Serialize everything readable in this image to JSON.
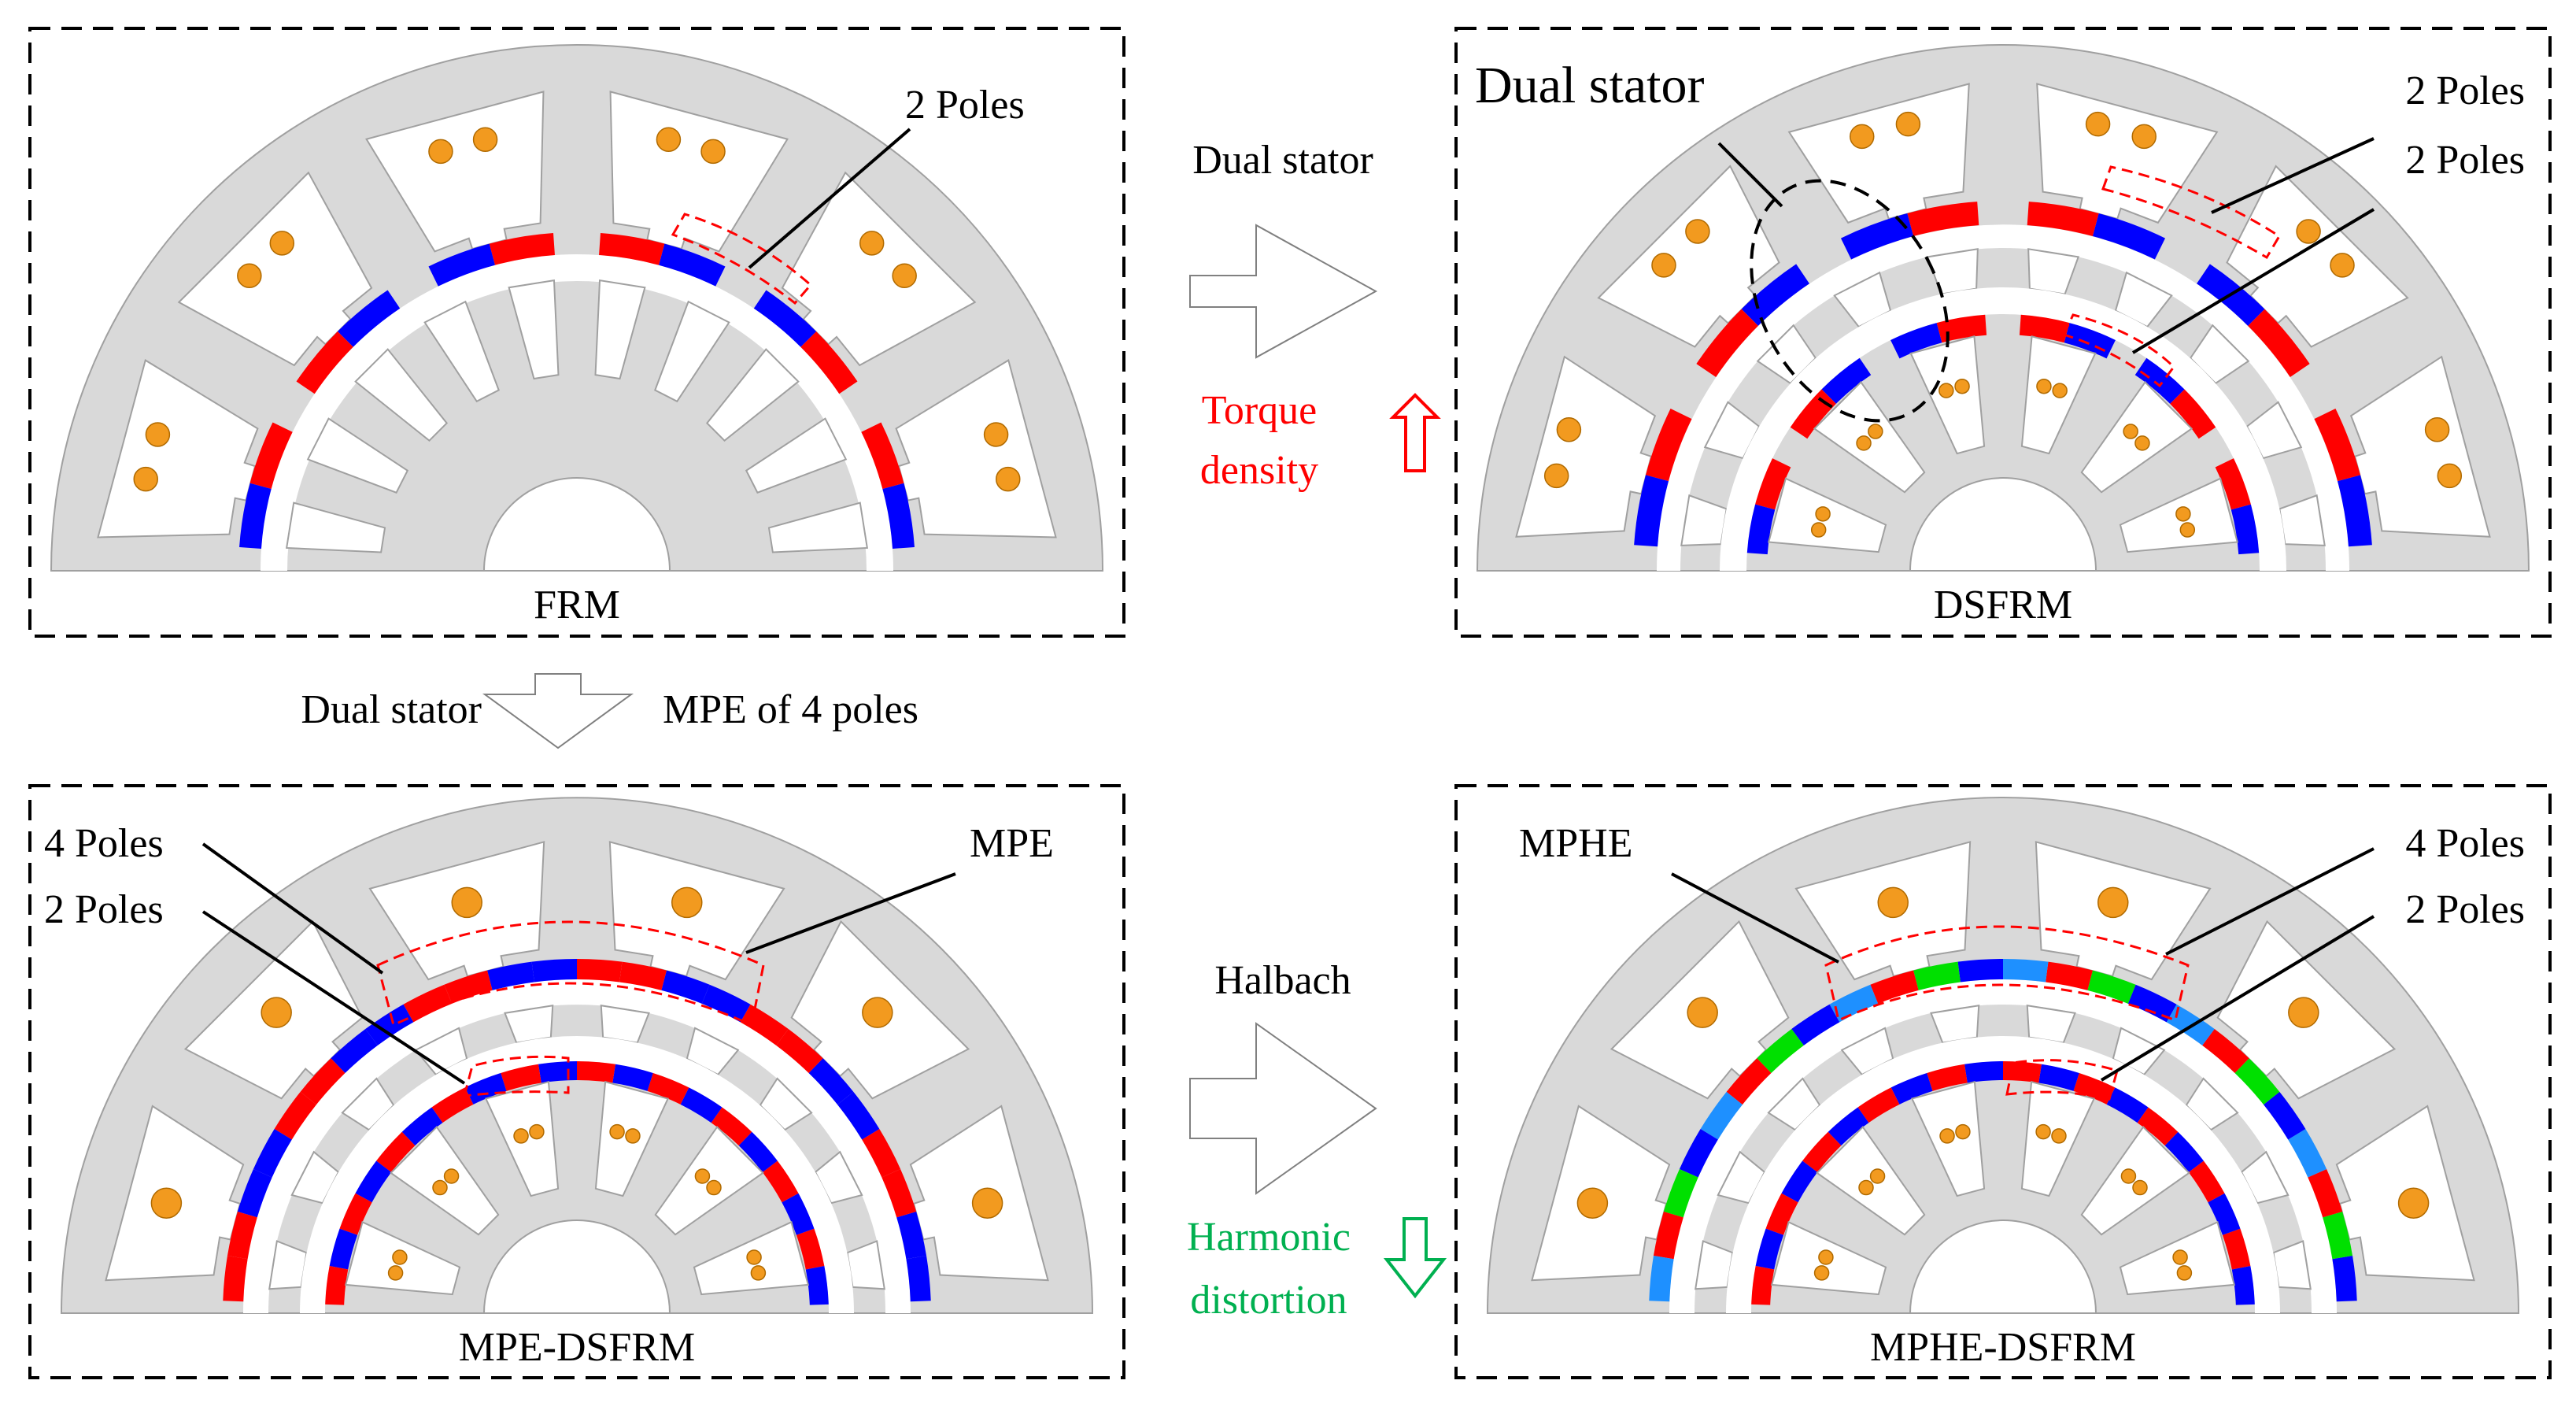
{
  "panels": {
    "frm": {
      "caption": "FRM",
      "callout_poles": "2 Poles"
    },
    "dsfrm": {
      "caption": "DSFRM",
      "callout_dual": "Dual stator",
      "callout_poles_outer": "2 Poles",
      "callout_poles_inner": "2 Poles"
    },
    "mpe_dsfrm": {
      "caption": "MPE-DSFRM",
      "callout_poles_outer": "4 Poles",
      "callout_poles_inner": "2 Poles",
      "callout_mpe": "MPE"
    },
    "mphe_dsfrm": {
      "caption": "MPHE-DSFRM",
      "callout_mphe": "MPHE",
      "callout_poles_outer": "4 Poles",
      "callout_poles_inner": "2 Poles"
    }
  },
  "transitions": {
    "top": {
      "label": "Dual stator",
      "effect_line1": "Torque",
      "effect_line2": "density"
    },
    "left": {
      "label_left": "Dual stator",
      "label_right": "MPE of 4 poles"
    },
    "bottom": {
      "label": "Halbach",
      "effect_line1": "Harmonic",
      "effect_line2": "distortion"
    }
  },
  "colors": {
    "core": "#d9d9d9",
    "core_outline": "#a0a0a0",
    "magnet_red": "#ff0000",
    "magnet_blue": "#0000ff",
    "magnet_green": "#00e000",
    "magnet_lightblue": "#1e90ff",
    "coil": "#f29a1f",
    "callout_box": "#ff0000",
    "up_arrow": "#ff0000",
    "down_arrow": "#00b050",
    "effect_text_red": "#ff0000",
    "effect_text_green": "#00b050"
  }
}
